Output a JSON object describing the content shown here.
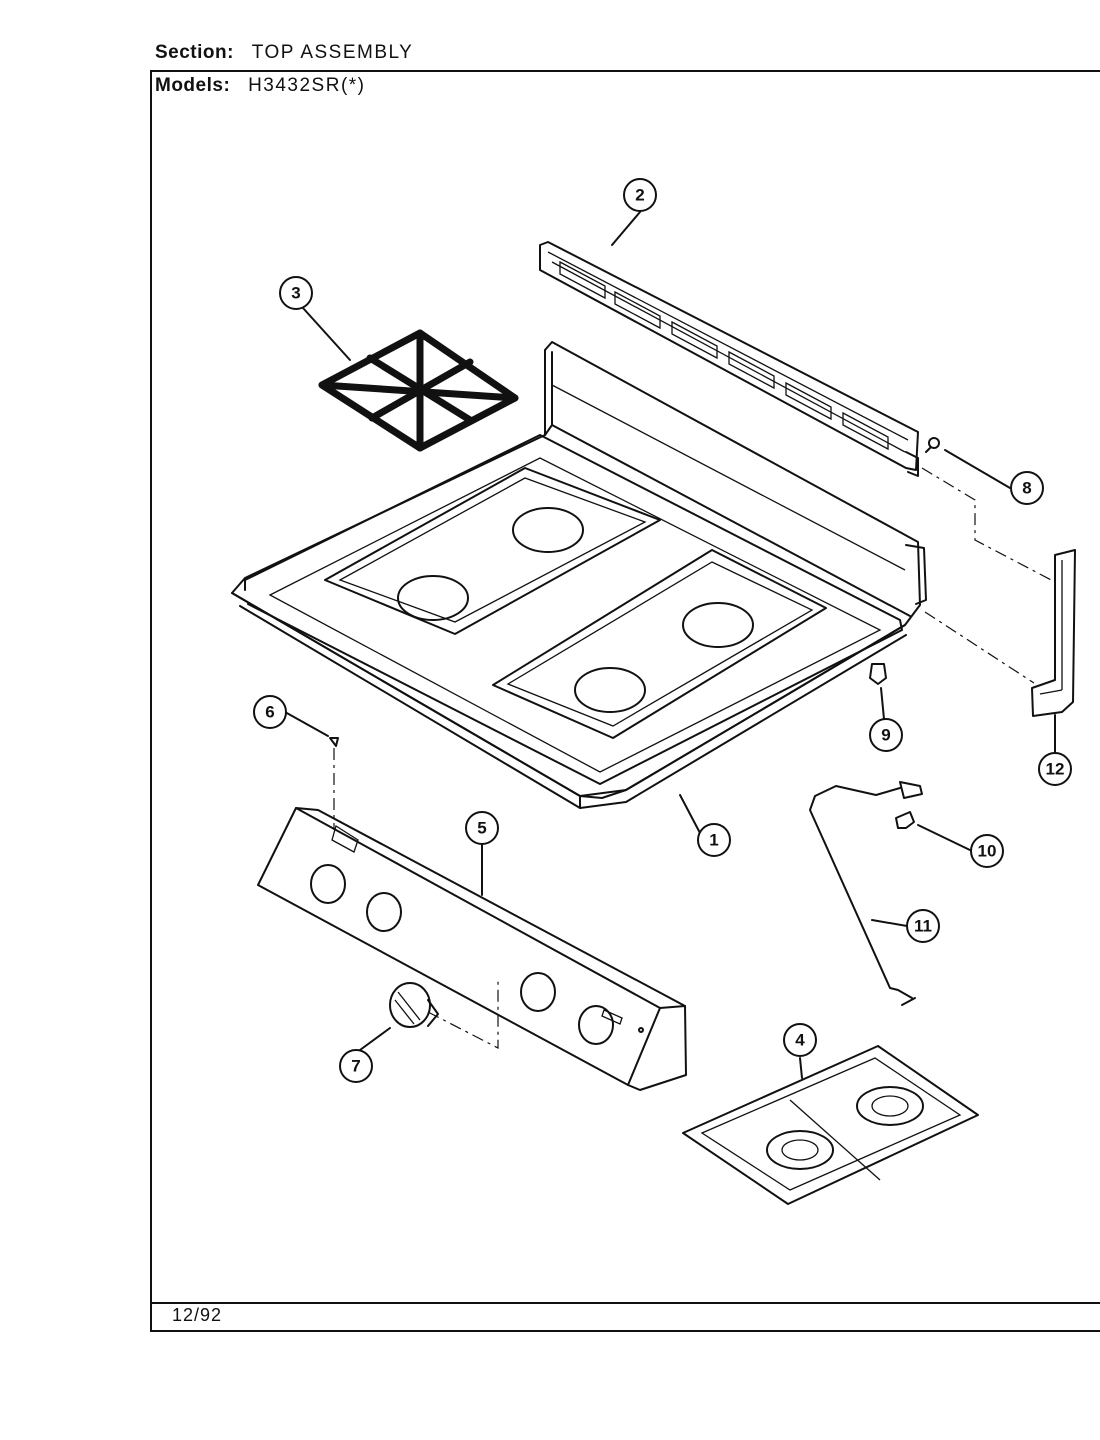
{
  "header": {
    "section_label": "Section:",
    "section_value": "TOP ASSEMBLY",
    "models_label": "Models:",
    "models_value": "H3432SR(*)"
  },
  "footer": {
    "date": "12/92"
  },
  "callouts": [
    {
      "id": "1",
      "label": "1"
    },
    {
      "id": "2",
      "label": "2"
    },
    {
      "id": "3",
      "label": "3"
    },
    {
      "id": "4",
      "label": "4"
    },
    {
      "id": "5",
      "label": "5"
    },
    {
      "id": "6",
      "label": "6"
    },
    {
      "id": "7",
      "label": "7"
    },
    {
      "id": "8",
      "label": "8"
    },
    {
      "id": "9",
      "label": "9"
    },
    {
      "id": "10",
      "label": "10"
    },
    {
      "id": "11",
      "label": "11"
    },
    {
      "id": "12",
      "label": "12"
    }
  ]
}
